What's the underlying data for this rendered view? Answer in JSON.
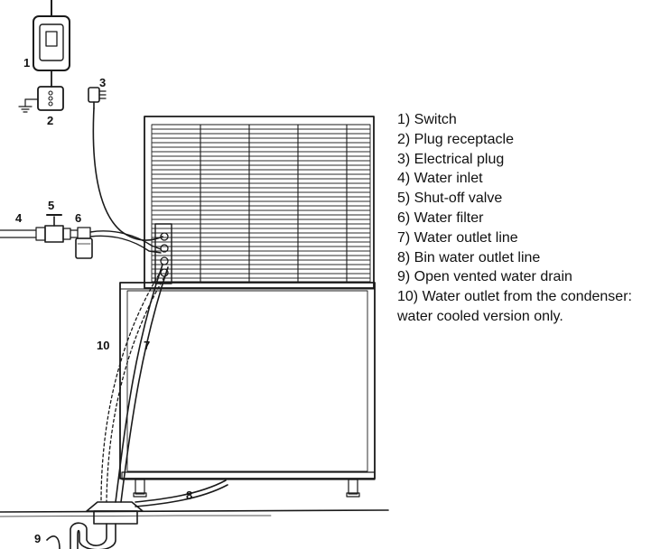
{
  "callouts": {
    "c1": "1",
    "c2": "2",
    "c3": "3",
    "c4": "4",
    "c5": "5",
    "c6": "6",
    "c7": "7",
    "c8": "8",
    "c9": "9",
    "c10": "10"
  },
  "legend": [
    "1) Switch",
    "2) Plug receptacle",
    "3) Electrical plug",
    "4) Water inlet",
    "5) Shut-off valve",
    "6) Water filter",
    "7) Water outlet line",
    "8) Bin water outlet line",
    "9) Open vented water drain",
    "10) Water outlet from the condenser: water cooled version only."
  ],
  "icons": {
    "switch": "wall-switch-icon",
    "receptacle": "plug-receptacle-icon",
    "plug": "electrical-plug-icon",
    "valve": "shut-off-valve-icon",
    "filter": "water-filter-icon",
    "ground": "ground-symbol-icon",
    "drain": "vented-drain-trap-icon"
  }
}
